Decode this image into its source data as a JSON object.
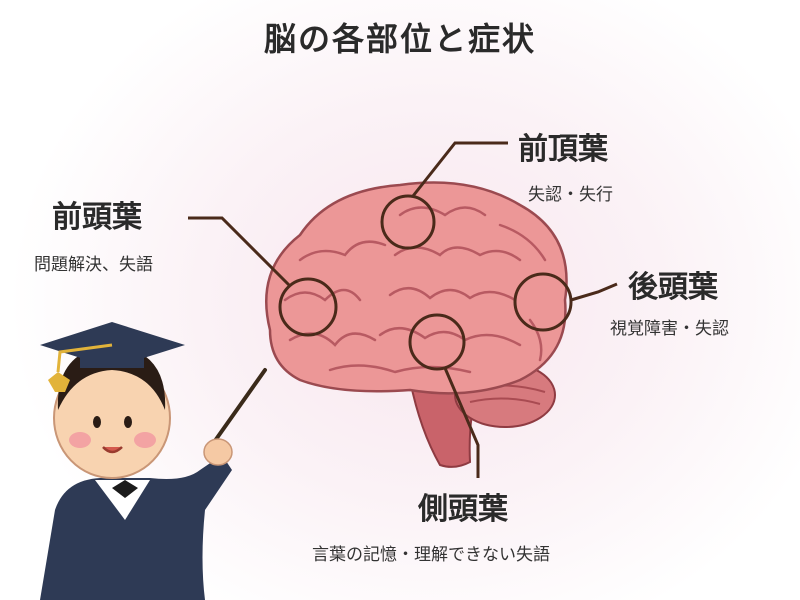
{
  "title": "脳の各部位と症状",
  "lobes": [
    {
      "name": "前頭葉",
      "symptoms": "問題解決、失語"
    },
    {
      "name": "前頂葉",
      "symptoms": "失認・失行"
    },
    {
      "name": "後頭葉",
      "symptoms": "視覚障害・失認"
    },
    {
      "name": "側頭葉",
      "symptoms": "言葉の記憶・理解できない失語"
    }
  ],
  "colors": {
    "brain": "#e88b8b",
    "brain_shadow": "#c9636a",
    "leader": "#4a2a1a",
    "gown": "#2e3a55"
  }
}
